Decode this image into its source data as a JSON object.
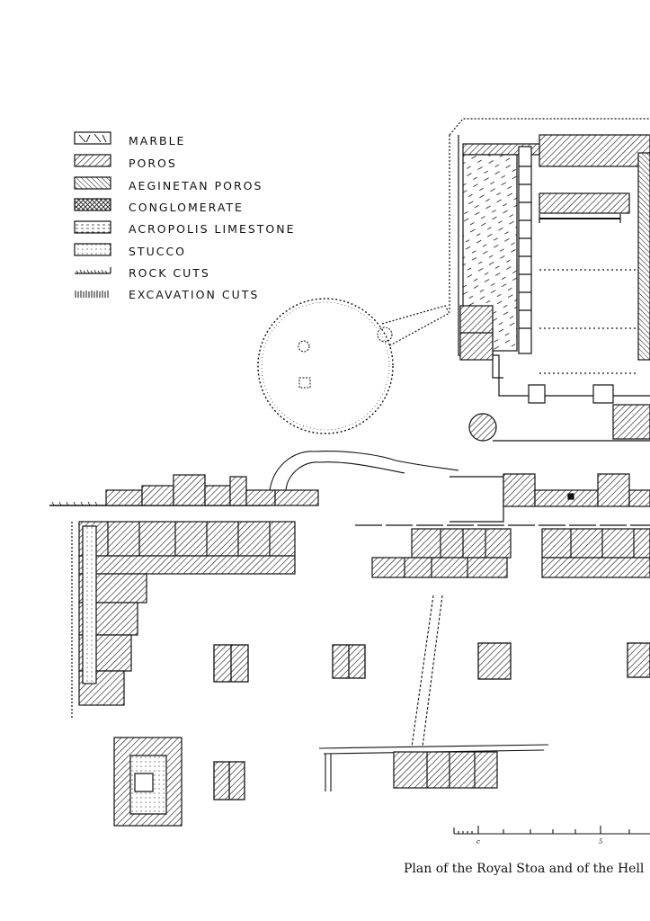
{
  "legend": {
    "items": [
      {
        "label": "MARBLE",
        "swatch": "marble"
      },
      {
        "label": "POROS",
        "swatch": "poros"
      },
      {
        "label": "AEGINETAN POROS",
        "swatch": "aeginetan-poros"
      },
      {
        "label": "CONGLOMERATE",
        "swatch": "conglomerate"
      },
      {
        "label": "ACROPOLIS LIMESTONE",
        "swatch": "acropolis-limestone"
      },
      {
        "label": "STUCCO",
        "swatch": "stucco"
      },
      {
        "label": "ROCK CUTS",
        "swatch": "rock-cuts"
      },
      {
        "label": "EXCAVATION CUTS",
        "swatch": "excavation-cuts"
      }
    ]
  },
  "scale_bar": {
    "label_left": "c",
    "label_right": "5"
  },
  "caption": "Plan of the Royal Stoa and of the Hell"
}
